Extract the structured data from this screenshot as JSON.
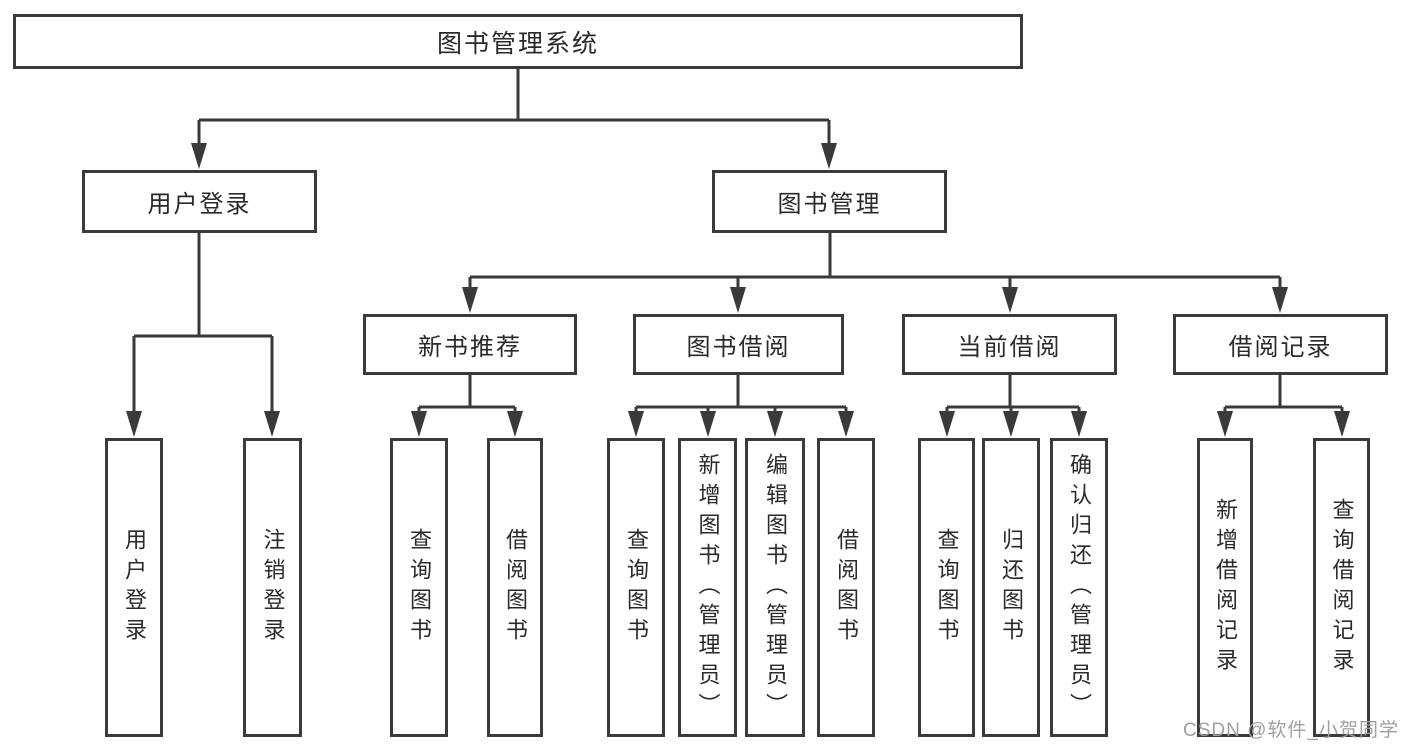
{
  "tree": {
    "root": {
      "label": "图书管理系统"
    },
    "branches": [
      {
        "label": "用户登录",
        "children": [
          {
            "label": "用户登录"
          },
          {
            "label": "注销登录"
          }
        ]
      },
      {
        "label": "图书管理",
        "children": [
          {
            "label": "新书推荐",
            "children": [
              {
                "label": "查询图书"
              },
              {
                "label": "借阅图书"
              }
            ]
          },
          {
            "label": "图书借阅",
            "children": [
              {
                "label": "查询图书"
              },
              {
                "label": "新增图书（管理员）"
              },
              {
                "label": "编辑图书（管理员）"
              },
              {
                "label": "借阅图书"
              }
            ]
          },
          {
            "label": "当前借阅",
            "children": [
              {
                "label": "查询图书"
              },
              {
                "label": "归还图书"
              },
              {
                "label": "确认归还（管理员）"
              }
            ]
          },
          {
            "label": "借阅记录",
            "children": [
              {
                "label": "新增借阅记录"
              },
              {
                "label": "查询借阅记录"
              }
            ]
          }
        ]
      }
    ]
  },
  "watermark": {
    "text": "CSDN @软件_小贺同学"
  },
  "colors": {
    "line": "#3a3a3a",
    "box_border": "#3a3a3a",
    "text": "#2a2a2a",
    "watermark": "#a0a0a0",
    "background": "#ffffff"
  }
}
